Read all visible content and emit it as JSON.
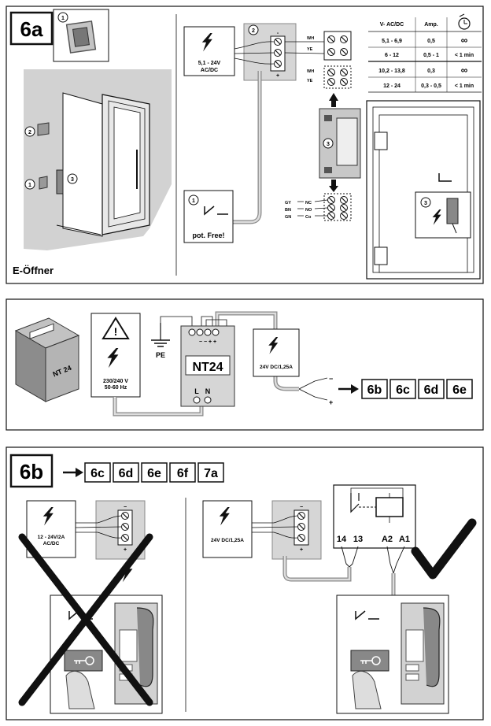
{
  "p1": {
    "tag": "6a",
    "caption": "E-Öffner",
    "num1": "1",
    "num2": "2",
    "num3": "3",
    "psu_label1": "5,1 - 24V",
    "psu_label2": "AC/DC",
    "switch_label": "pot. Free!",
    "plus": "+",
    "minus": "-",
    "wire_wh": "WH",
    "wire_ye": "YE",
    "wire_gy": "GY",
    "wire_bn": "BN",
    "wire_gn": "GN",
    "nc": "NC",
    "no": "NO",
    "co": "Co",
    "table": {
      "headers": [
        "V- AC/DC",
        "Amp."
      ],
      "rows": [
        [
          "5,1 - 6,9",
          "0,5",
          "∞"
        ],
        [
          "6 - 12",
          "0,5 - 1",
          "< 1 min"
        ],
        [
          "10,2 - 13,8",
          "0,3",
          "∞"
        ],
        [
          "12 - 24",
          "0,3 - 0,5",
          "< 1 min"
        ]
      ]
    }
  },
  "p2": {
    "mains1": "230/240 V",
    "mains2": "50-60 Hz",
    "pe": "PE",
    "nt24": "NT24",
    "nt24_side": "NT 24",
    "terminals_top": "− − + +",
    "l": "L",
    "n": "N",
    "out_label": "24V DC/1,25A",
    "minus": "−",
    "plus": "+",
    "refs": [
      "6b",
      "6c",
      "6d",
      "6e"
    ]
  },
  "p3": {
    "tag": "6b",
    "refs": [
      "6c",
      "6d",
      "6e",
      "6f",
      "7a"
    ],
    "left_psu1": "12 - 24V/2A",
    "left_psu2": "AC/DC",
    "right_psu": "24V DC/1,25A",
    "minus": "−",
    "plus": "+",
    "relay_terms": [
      "14",
      "13",
      "A2",
      "A1"
    ]
  },
  "colors": {
    "panel_gray": "#d8d8d8",
    "dark_gray": "#8a8a8a",
    "wall_gray": "#c8c8c8",
    "line": "#111111"
  }
}
